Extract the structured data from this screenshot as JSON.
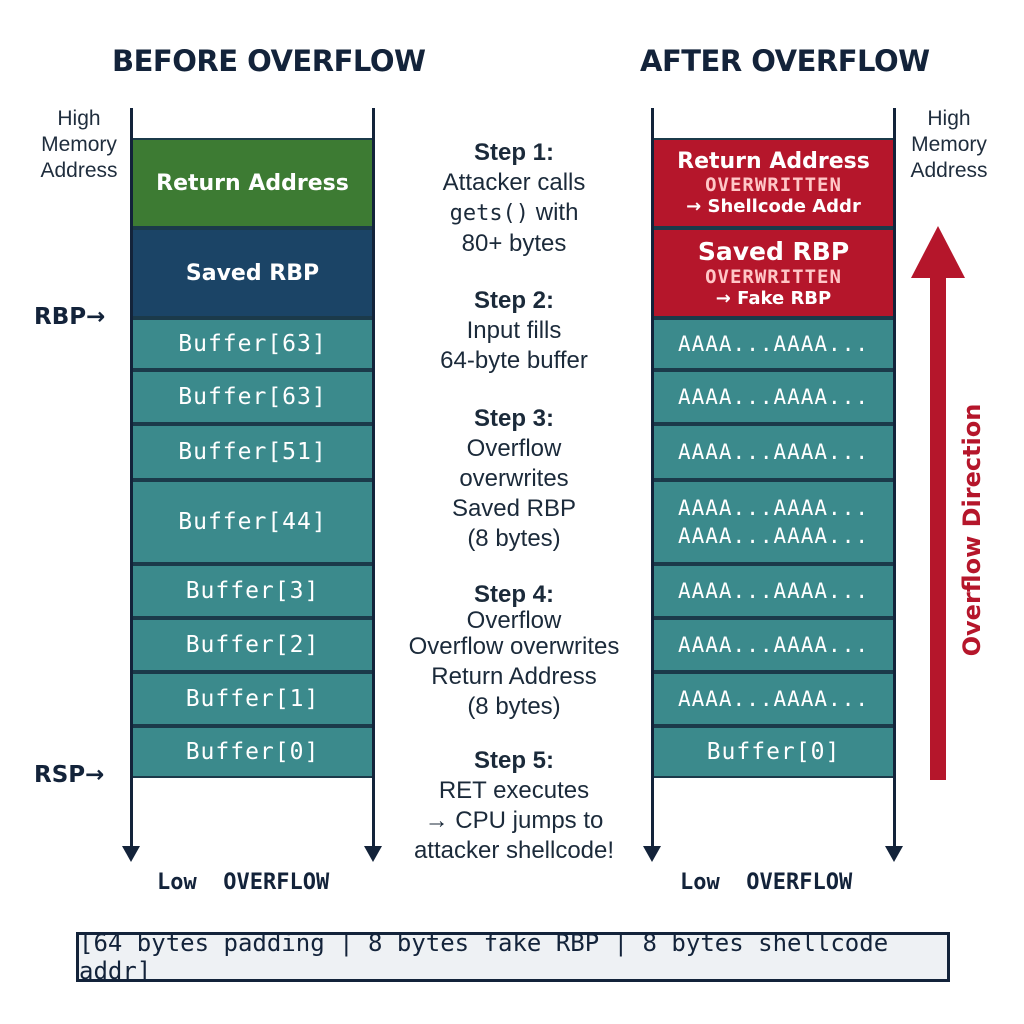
{
  "before": {
    "title": "BEFORE OVERFLOW",
    "high_memory": "High\nMemory\nAddress",
    "cells": {
      "return_address": "Return Address",
      "saved_rbp": "Saved RBP",
      "buffers": [
        "Buffer[63]",
        "Buffer[63]",
        "Buffer[51]",
        "Buffer[44]",
        "Buffer[3]",
        "Buffer[2]",
        "Buffer[1]",
        "Buffer[0]"
      ]
    },
    "rbp_label": "RBP",
    "rsp_label": "RSP",
    "bottom_label": "Low  OVERFLOW"
  },
  "after": {
    "title": "AFTER OVERFLOW",
    "high_memory": "High\nMemory\nAddress",
    "return_address": {
      "label": "Return Address",
      "status": "OVERWRITTEN",
      "target": "→ Shellcode Addr"
    },
    "saved_rbp": {
      "label": "Saved RBP",
      "status": "OVERWRITTEN",
      "target": "→ Fake RBP"
    },
    "filler": "AAAA...AAAA...",
    "last_buffer": "Buffer[0]",
    "bottom_label": "Low  OVERFLOW"
  },
  "steps": [
    {
      "heading": "Step 1:",
      "lines": [
        "Attacker calls"
      ],
      "code": "gets()",
      "code_suffix": " with",
      "tail": [
        "80+ bytes"
      ]
    },
    {
      "heading": "Step 2:",
      "lines": [
        "Input fills",
        "64-byte buffer"
      ]
    },
    {
      "heading": "Step 3:",
      "lines": [
        "Overflow",
        "overwrites",
        "Saved RBP",
        "(8 bytes)"
      ]
    },
    {
      "heading": "Step 4:",
      "lines": [
        "Overflow",
        "Overflow overwrites",
        "Return Address",
        "(8 bytes)"
      ]
    },
    {
      "heading": "Step 5:",
      "lines": [
        "RET executes",
        "→ CPU jumps to",
        "attacker shellcode!"
      ]
    }
  ],
  "direction_label": "Overflow Direction",
  "payload": "[64 bytes padding | 8 bytes fake RBP | 8 bytes shellcode addr]",
  "colors": {
    "return_address": "#3d7b33",
    "saved_rbp": "#1b4466",
    "buffer": "#3b8a8c",
    "overwritten": "#b5162b",
    "outline": "#13233a"
  }
}
